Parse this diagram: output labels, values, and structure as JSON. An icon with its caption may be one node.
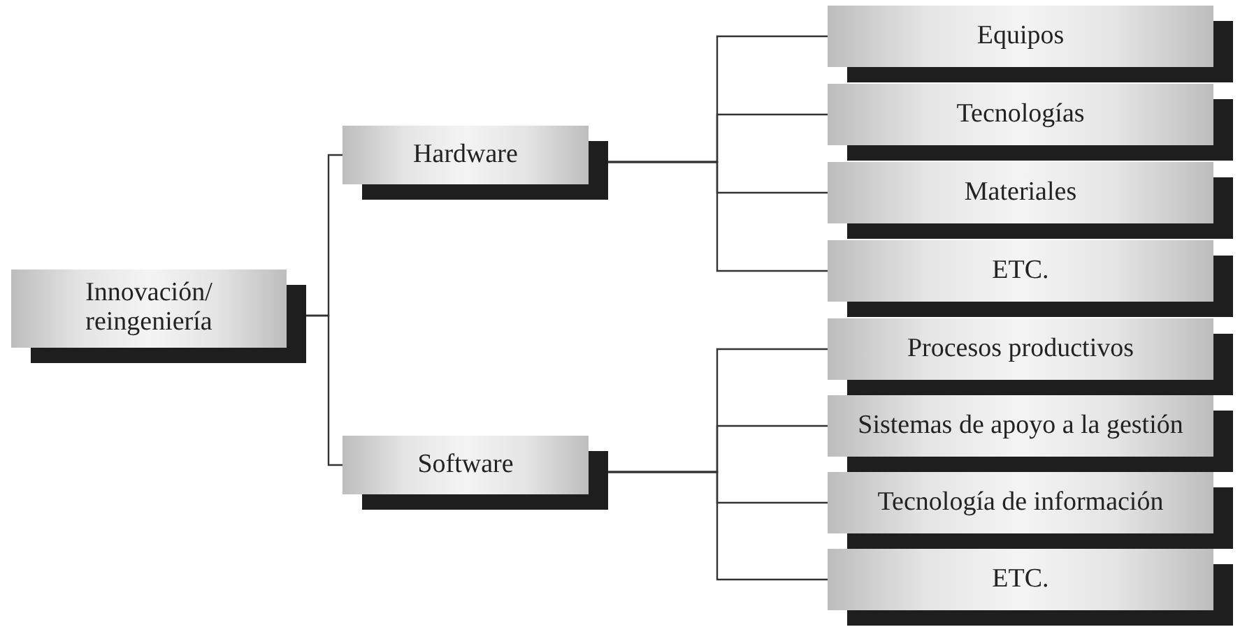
{
  "diagram": {
    "nodes": [
      {
        "text": [
          "Innovación/ reingeniería"
        ]
      },
      {
        "text": [
          "Hardware"
        ]
      },
      {
        "text": [
          "Software"
        ]
      },
      {
        "text": [
          "Equipos"
        ]
      },
      {
        "text": [
          "Tecnologías"
        ]
      },
      {
        "text": [
          "Materiales"
        ]
      },
      {
        "text": [
          "ETC."
        ]
      },
      {
        "text": [
          "Procesos productivos"
        ]
      },
      {
        "text": [
          "Sistemas de apoyo a la gestión"
        ]
      },
      {
        "text": [
          "Tecnología de información"
        ]
      },
      {
        "text": [
          "ETC."
        ]
      }
    ],
    "edges": [
      {
        "from": 0,
        "to": 1,
        "arrow": "none"
      },
      {
        "from": 0,
        "to": 2,
        "arrow": "none"
      },
      {
        "from": 1,
        "to": 3,
        "arrow": "none"
      },
      {
        "from": 1,
        "to": 4,
        "arrow": "none"
      },
      {
        "from": 1,
        "to": 5,
        "arrow": "none"
      },
      {
        "from": 1,
        "to": 6,
        "arrow": "none"
      },
      {
        "from": 2,
        "to": 7,
        "arrow": "none"
      },
      {
        "from": 2,
        "to": 8,
        "arrow": "none"
      },
      {
        "from": 2,
        "to": 9,
        "arrow": "none"
      },
      {
        "from": 2,
        "to": 10,
        "arrow": "none"
      }
    ]
  }
}
